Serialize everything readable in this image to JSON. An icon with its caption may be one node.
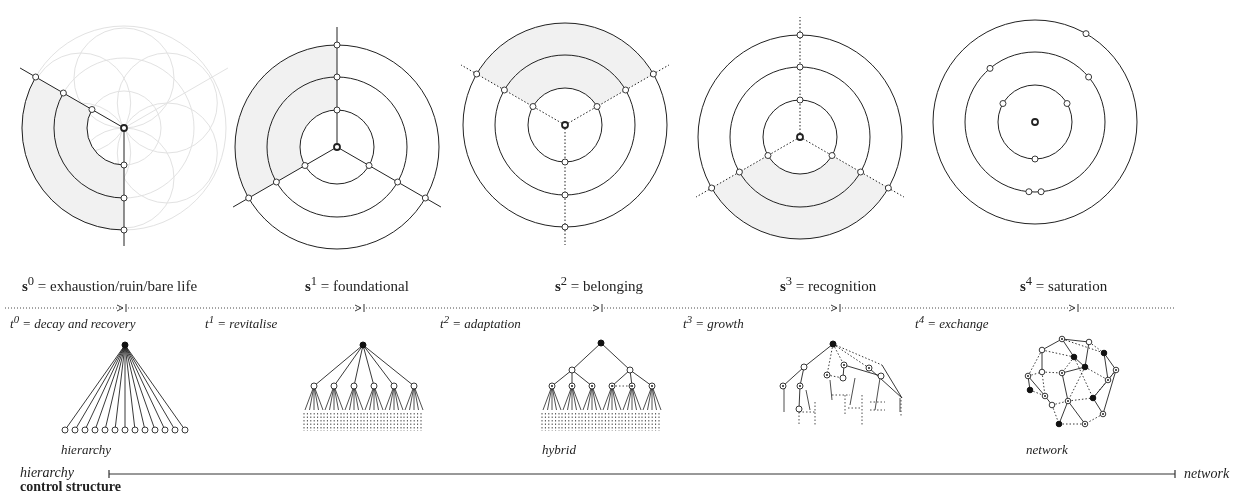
{
  "diagram": {
    "labels": [
      "**s**$^{0}$ = exhaustion/ruin/bare life",
      "**s**$^{1}$ = foundational",
      "**s**$^{2}$ = belonging",
      "**s**$^{3}$ = recognition",
      "**s**$^{4}$ = saturation",
      "t$^{0}$ = decay and recovery",
      "t$^{1}$ = revitalise",
      "t$^{2}$ = adaptation",
      "t$^{3}$ = growth",
      "t$^{4}$ = exchange",
      "hierarchy",
      "hybrid",
      "network",
      "hierarchy",
      "control structure",
      "network"
    ]
  }
}
